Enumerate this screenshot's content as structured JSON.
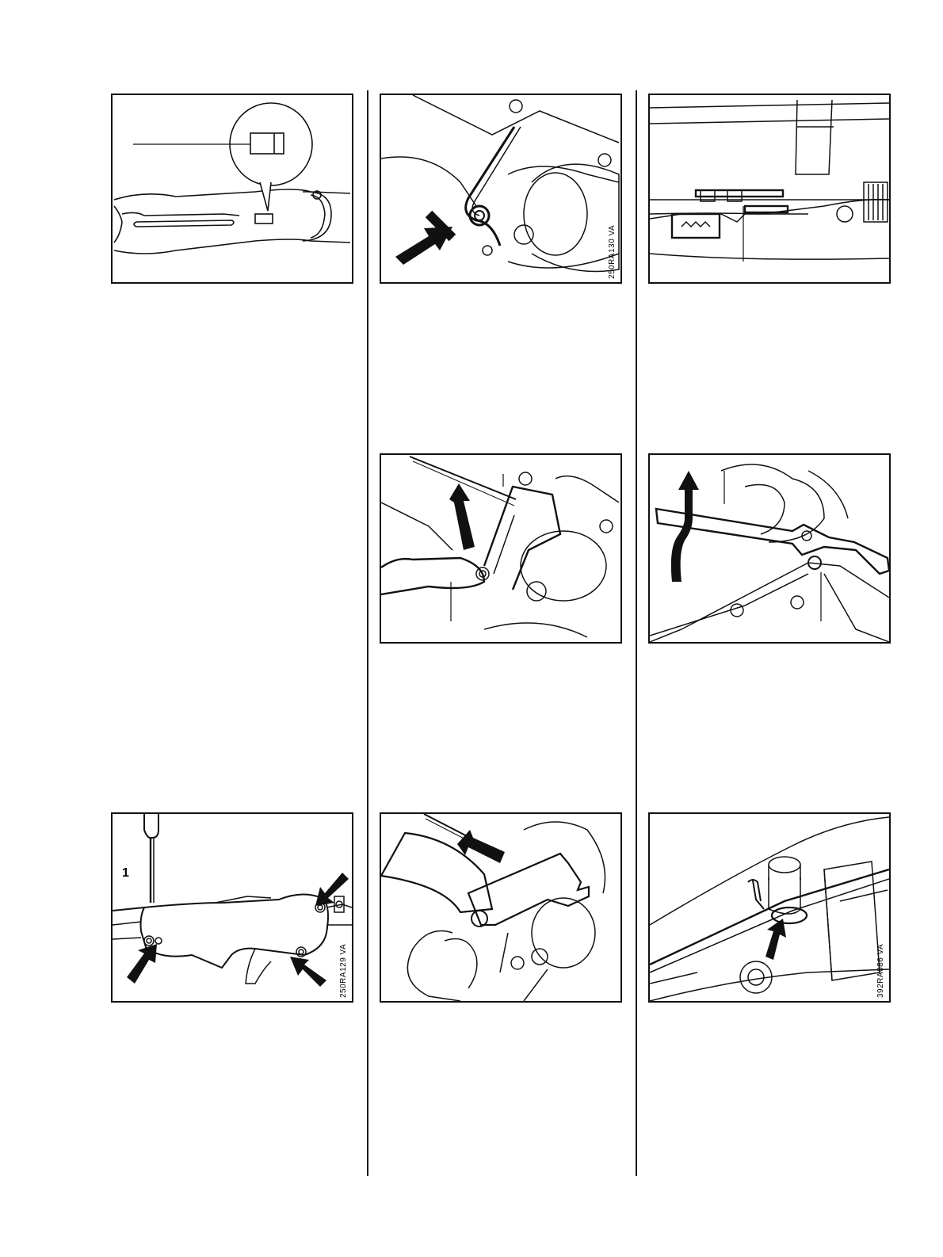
{
  "figures": {
    "fig1": {
      "code": ""
    },
    "fig2": {
      "code": "250RA130 VA"
    },
    "fig3": {
      "code": ""
    },
    "fig4": {
      "code": ""
    },
    "fig5": {
      "code": ""
    },
    "fig6": {
      "code": "250RA129 VA",
      "callout": "1"
    },
    "fig7": {
      "code": ""
    },
    "fig8": {
      "code": "392RA086 VA"
    }
  }
}
